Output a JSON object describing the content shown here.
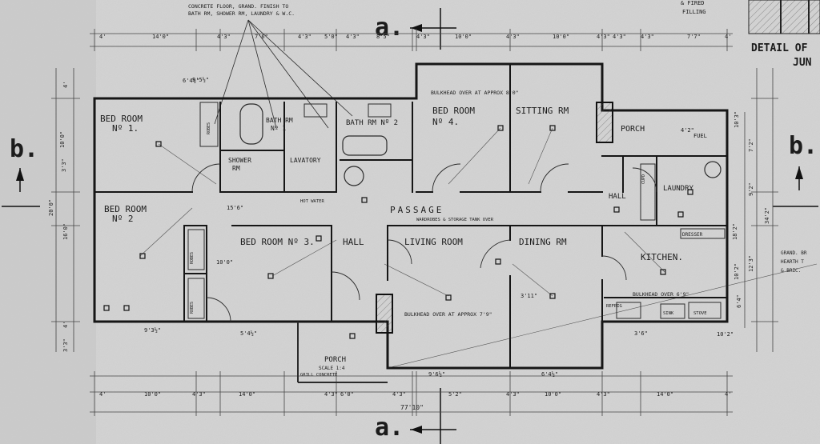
{
  "section_marks": {
    "a": "a.",
    "b": "b."
  },
  "detail_title": [
    "DETAIL OF",
    "JUN"
  ],
  "top_note": [
    "CONCRETE FLOOR, GRAND. FINISH TO",
    "BATH RM, SHOWER RM, LAUNDRY & W.C."
  ],
  "rooms": {
    "bed1": [
      "BED ROOM",
      "Nº 1."
    ],
    "bed2": [
      "BED ROOM",
      "Nº 2"
    ],
    "bed3": "BED ROOM Nº 3.",
    "bed4": [
      "BED ROOM",
      "Nº 4."
    ],
    "bath1": [
      "BATH RM",
      "Nº 1"
    ],
    "bath2": "BATH RM Nº 2",
    "shower": [
      "SHOWER",
      "RM"
    ],
    "lavatory": "LAVATORY",
    "sitting": "SITTING RM",
    "porch_top": "PORCH",
    "porch_bottom": [
      "PORCH",
      "SCALE 1:4"
    ],
    "hall_left": "HALL",
    "hall_right": "HALL",
    "living": "LIVING ROOM",
    "dining": "DINING RM",
    "kitchen": "KITCHEN.",
    "laundry": "LAUNDRY",
    "passage": "PASSAGE",
    "dresser": "DRESSER",
    "fuel": "FUEL"
  },
  "notes": {
    "bulkhead_top": "BULKHEAD OVER    AT APPROX 8'0\"",
    "bulkhead_living": "BULKHEAD OVER   AT APPROX 7'9\"",
    "bulkhead_kitchen": "BULKHEAD OVER  6'9\"",
    "passage_sub": "WARDROBES & STORAGE TANK OVER",
    "hot_water": "HOT WATER",
    "robes": "ROBES",
    "cupd": "CUPD",
    "grill": "GRILL CONCRETE",
    "refrig": "REFRIG",
    "sink": "SINK",
    "stove": "STOVE",
    "right_note": [
      "GRAND. BR",
      "HEARTH T",
      "& BRIC."
    ],
    "top_right_note": [
      "& FIRED",
      "FILLING"
    ]
  },
  "dims": {
    "top_row": [
      "4'",
      "14'0\"",
      "4'3\"",
      "7'6\"",
      "4'3\"",
      "5'0\"",
      "4'3\"",
      "8'5\"",
      "4'3\"",
      "10'0\"",
      "4'3\"",
      "10'0\"",
      "4'3\"",
      "4'3\"",
      "4'3\"",
      "7'7\"",
      "4'"
    ],
    "bottom_row": [
      "4'",
      "10'0\"",
      "4'3\"",
      "14'0\"",
      "4'3\"",
      "6'0\"",
      "4'3\"",
      "5'2\"",
      "4'3\"",
      "10'0\"",
      "4'3\"",
      "14'0\"",
      "4'"
    ],
    "overall": "77'10\"",
    "left": [
      "4'",
      "10'0\"",
      "3'3\"",
      "20'0\"",
      "16'0\"",
      "4'",
      "3'3\""
    ],
    "right": [
      "10'3\"",
      "7'2\"",
      "9'2\"",
      "18'2\"",
      "34'2\"",
      "12'3\"",
      "10'2\"",
      "6'4\""
    ],
    "misc": [
      "6'4½\"",
      "9'3½\"",
      "10'0\"",
      "5'4½\"",
      "9'6½\"",
      "6'4½\"",
      "3'6\"",
      "15'6\"",
      "3'11\"",
      "4'2\"",
      "9'5½\"",
      "10'2\""
    ]
  }
}
